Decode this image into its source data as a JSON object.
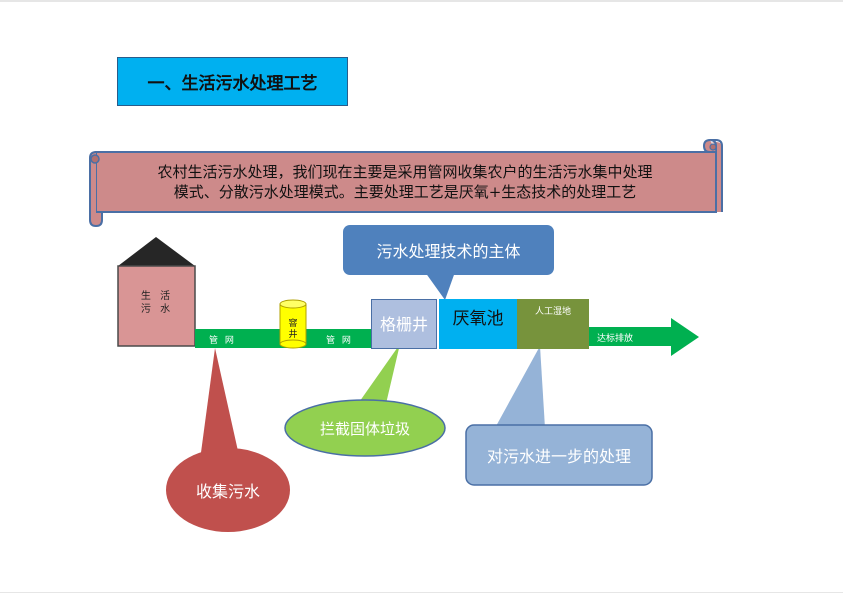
{
  "title": "一、生活污水处理工艺",
  "intro": {
    "line1": "农村生活污水处理，我们现在主要是采用管网收集农户的生活污水集中处理",
    "line2": "模式、分散污水处理模式。主要处理工艺是厌氧+生态技术的处理工艺"
  },
  "diagram": {
    "house_label_line1": "生 活",
    "house_label_line2": "污 水",
    "pipe_label_1": "管 网",
    "pipe_label_2": "管 网",
    "well_label_line1": "窨",
    "well_label_line2": "井",
    "grid_label": "格栅井",
    "anaerobic_label": "厌氧池",
    "wetland_label": "人工湿地",
    "discharge_label": "达标排放"
  },
  "callouts": {
    "main_tech": "污水处理技术的主体",
    "intercept": "拦截固体垃圾",
    "collect": "收集污水",
    "further": "对污水进一步的处理"
  },
  "colors": {
    "title_bg": "#00b0f0",
    "scroll_fill": "#cd8a8a",
    "house_wall": "#d99595",
    "house_roof": "#262626",
    "pipe_green": "#00b050",
    "well_yellow": "#ffff00",
    "grid_blue": "#aebfdf",
    "anaerobic_blue": "#00b0f0",
    "wetland_olive": "#77933c",
    "callout_blue": "#4f81bd",
    "callout_green": "#92d050",
    "callout_red": "#c0504d",
    "callout_lightblue": "#95b3d7"
  }
}
